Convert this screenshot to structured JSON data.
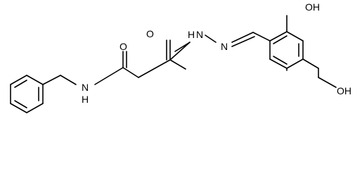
{
  "molecule": {
    "atoms": {
      "o_amide": "O",
      "nh_amide": "N",
      "h_amide": "H",
      "o_hydrazide": "O",
      "nh_hydrazide": "N",
      "h_hydrazide": "H",
      "n_imine": "N",
      "oh_top": "OH",
      "oh_right": "OH"
    }
  }
}
